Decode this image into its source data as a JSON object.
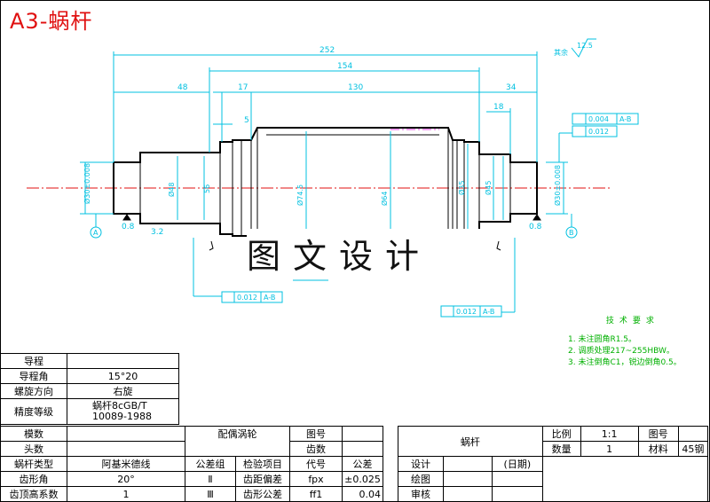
{
  "title": "A3-蜗杆",
  "watermark": "图文设计",
  "dimensions": {
    "total_length": "252",
    "mid_length": "154",
    "left_step": "48",
    "d17": "17",
    "d130": "130",
    "d34": "34",
    "d18": "18",
    "d5": "5",
    "roughness_rest": "其余",
    "roughness_rest_value": "12.5",
    "ra_left": "0.8",
    "ra_left2": "3.2",
    "ra_right": "0.8",
    "dia_left": "Ø30±0.008",
    "dia_48": "Ø48",
    "dia_56": "56",
    "dia_74": "Ø74.5",
    "dia_64": "Ø64",
    "dia_35": "Ø35",
    "dia_45": "Ø45",
    "dia_r": "Ø30±0.008"
  },
  "datums": {
    "left": "A",
    "right": "B"
  },
  "tolerances": {
    "runout_top": "0.004",
    "runout_top_ref": "A-B",
    "cyl_top": "0.012",
    "runout_left": "0.012",
    "runout_left_ref": "A-B",
    "runout_right": "0.012",
    "runout_right_ref": "A-B"
  },
  "tech": {
    "heading": "技术要求",
    "items": [
      "1. 未注圆角R1.5。",
      "2. 调质处理217~255HBW。",
      "3. 未注倒角C1，锐边倒角0.5。"
    ]
  },
  "params": {
    "rows": [
      [
        "导程",
        ""
      ],
      [
        "导程角",
        "15°20"
      ],
      [
        "螺旋方向",
        "右旋"
      ],
      [
        "精度等级",
        "蜗杆8cGB/T\n10089-1988"
      ]
    ]
  },
  "gear": {
    "r1": [
      "模数",
      "",
      "配偶涡轮",
      "图号",
      ""
    ],
    "r2": [
      "头数",
      "",
      "",
      "齿数",
      ""
    ],
    "r3": [
      "蜗杆类型",
      "阿基米德线",
      "公差组",
      "检验项目",
      "代号",
      "公差"
    ],
    "r4": [
      "齿形角",
      "20°",
      "Ⅱ",
      "齿距偏差",
      "fpx",
      "±0.025"
    ],
    "r5": [
      "齿顶高系数",
      "1",
      "Ⅲ",
      "齿形公差",
      "ff1",
      "0.04"
    ]
  },
  "titleblock": {
    "part_name": "蜗杆",
    "scale_label": "比例",
    "scale_value": "1:1",
    "drawing_no_label": "图号",
    "drawing_no_value": "",
    "qty_label": "数量",
    "qty_value": "1",
    "material_label": "材料",
    "material_value": "45钢",
    "design_label": "设计",
    "date_label": "(日期)",
    "draw_label": "绘图",
    "check_label": "审核"
  }
}
